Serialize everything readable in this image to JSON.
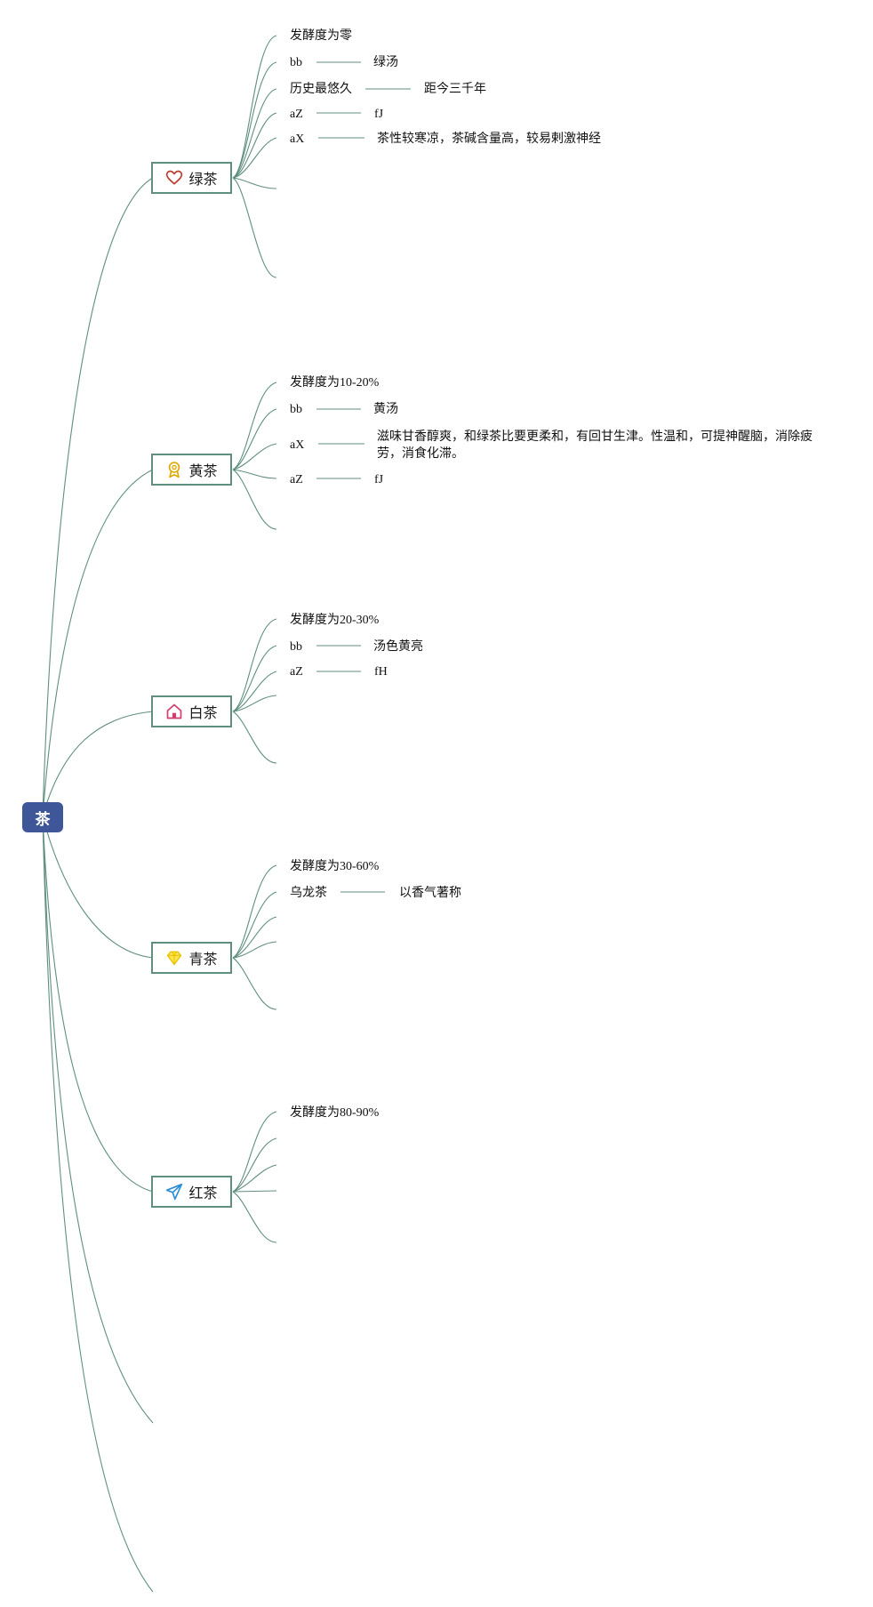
{
  "colors": {
    "root_fill": "#3f5699",
    "topic_border": "#5f8f80",
    "line": "#5f8f80"
  },
  "root": {
    "label": "茶"
  },
  "branches": [
    {
      "label": "绿茶",
      "icon": "heart-icon",
      "items": [
        {
          "text": "发酵度为零"
        },
        {
          "text": "bb",
          "detail": "绿汤"
        },
        {
          "text": "历史最悠久",
          "detail": "距今三千年"
        },
        {
          "text": "aZ",
          "detail": "fJ"
        },
        {
          "text": "aX",
          "detail": "茶性较寒凉，茶碱含量高，较易剌激神经"
        }
      ]
    },
    {
      "label": "黄茶",
      "icon": "award-icon",
      "items": [
        {
          "text": "发酵度为10-20%"
        },
        {
          "text": "bb",
          "detail": "黄汤"
        },
        {
          "text": "aX",
          "detail": "滋味甘香醇爽，和绿茶比要更柔和，有回甘生津。性温和，可提神醒脑，消除疲劳，消食化滞。"
        },
        {
          "text": "aZ",
          "detail": "fJ"
        }
      ]
    },
    {
      "label": "白茶",
      "icon": "home-icon",
      "items": [
        {
          "text": "发酵度为20-30%"
        },
        {
          "text": "bb",
          "detail": "汤色黄亮"
        },
        {
          "text": "aZ",
          "detail": "fH"
        }
      ]
    },
    {
      "label": "青茶",
      "icon": "diamond-icon",
      "items": [
        {
          "text": "发酵度为30-60%"
        },
        {
          "text": "乌龙茶",
          "detail": "以香气著称"
        }
      ]
    },
    {
      "label": "红茶",
      "icon": "paper-plane-icon",
      "items": [
        {
          "text": "发酵度为80-90%"
        }
      ]
    }
  ]
}
